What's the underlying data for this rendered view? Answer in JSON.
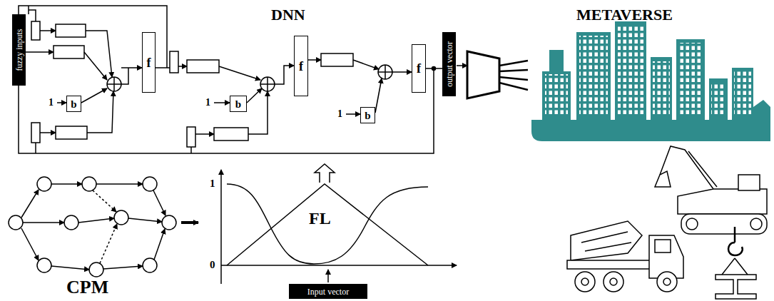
{
  "diagram": {
    "nodes": [
      {
        "text": [
          "fuzzy inputs"
        ]
      },
      {
        "text": [
          "b"
        ]
      },
      {
        "text": [
          "f"
        ]
      },
      {
        "text": [
          "b"
        ]
      },
      {
        "text": [
          "f"
        ]
      },
      {
        "text": [
          "b"
        ]
      },
      {
        "text": [
          "f"
        ]
      },
      {
        "text": [
          "output vector"
        ]
      },
      {
        "text": [
          "Input vector"
        ]
      }
    ],
    "edges": [
      {
        "from": 6,
        "to": 7,
        "arrow": "none"
      }
    ],
    "labels": [
      "DNN",
      "1",
      "1",
      "1",
      "METAVERSE",
      "1",
      "0",
      "FL",
      "CPM"
    ]
  }
}
